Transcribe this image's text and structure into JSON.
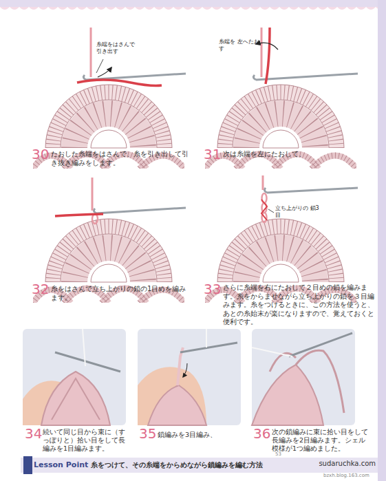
{
  "diagram": {
    "labels": [
      "糸端をはさんで 引き出す",
      "30",
      "たおした糸端をはさんで、糸を引き出して引き抜き編みをします。",
      "糸端を 左へたおす",
      "31",
      "次は糸端を左にたおして、",
      "32",
      "糸をはさんで立ち上がりの鎖の1目めを編みます。",
      "立ち上がりの 鎖3目",
      "33",
      "さらに糸端を右にたおして２目めの鎖を編みます。糸をからませながら立ち上がりの鎖を３目編みます。糸をつけるときに、この方法を使うと、あとの糸始末が楽になりますので、覚えておくと便利です。",
      "34",
      "続いて同じ目から束に（すっぽりと）拾い目をして長編みを1目編みます。",
      "35",
      "鎖編みを3目編み、",
      "36",
      "次の鎖編みに束に拾い目をして長編みを2目編みます。シェル模様が1つ編めました。",
      "Lesson Point",
      "糸をつけて、その糸端をからめながら鎖編みを編む方法",
      "53",
      "sudaruchka.com",
      "bzxh.blog.163.com"
    ]
  }
}
